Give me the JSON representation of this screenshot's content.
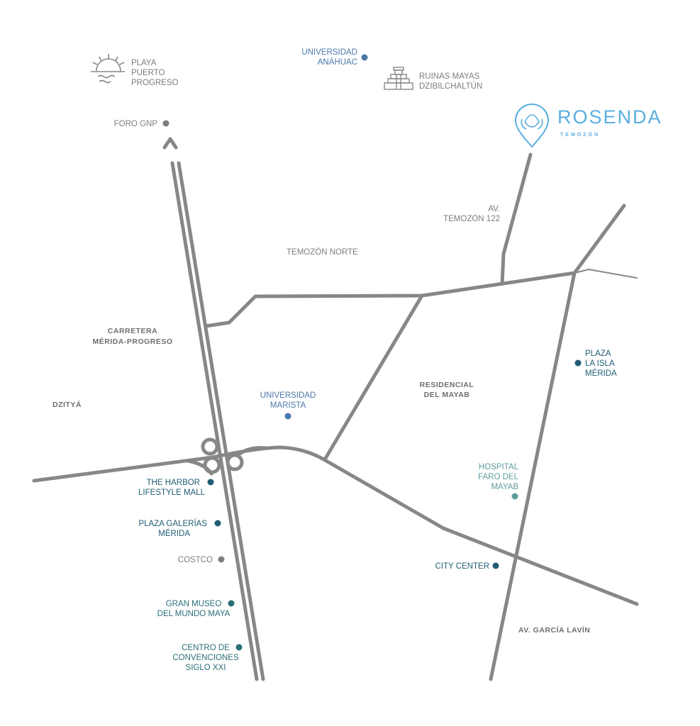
{
  "brand": {
    "name": "ROSENDA",
    "subtitle": "TEMOZÓN",
    "color": "#5aaee0"
  },
  "colors": {
    "road": "#878787",
    "dark_teal": "#1f5d73",
    "blue": "#4c78a8",
    "teal": "#2a6f78",
    "light_teal": "#5f9c9c",
    "gray": "#7d7d7d"
  },
  "places": {
    "playa": [
      "PLAYA",
      "PUERTO",
      "PROGRESO"
    ],
    "foro": "FORO GNP",
    "anahuac": [
      "UNIVERSIDAD",
      "ANÁHUAC"
    ],
    "ruinas": [
      "RUINAS MAYAS",
      "DZIBILCHALTÚN"
    ],
    "av_temozon": [
      "AV.",
      "TEMOZÓN 122"
    ],
    "temozon_norte": "TEMOZÓN NORTE",
    "carretera": [
      "CARRETERA",
      "MÉRIDA-PROGRESO"
    ],
    "dzitya": "DZITYÁ",
    "marista": [
      "UNIVERSIDAD",
      "MARISTA"
    ],
    "mayab": [
      "RESIDENCIAL",
      "DEL MAYAB"
    ],
    "la_isla": [
      "PLAZA",
      "LA ISLA",
      "MÉRIDA"
    ],
    "hospital": [
      "HOSPITAL",
      "FARO DEL",
      "MAYAB"
    ],
    "harbor": [
      "THE HARBOR",
      "LIFESTYLE MALL"
    ],
    "galerias": [
      "PLAZA GALERÍAS",
      "MÉRIDA"
    ],
    "costco": "COSTCO",
    "city_center": "CITY CENTER",
    "gran_museo": [
      "GRAN MUSEO",
      "DEL MUNDO MAYA"
    ],
    "garcia_lavin": "AV. GARCÍA LAVÍN",
    "centro_conv": [
      "CENTRO DE",
      "CONVENCIONES",
      "SIGLO XXI"
    ]
  }
}
